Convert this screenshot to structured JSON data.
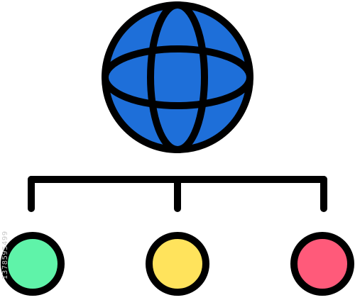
{
  "icon": {
    "name": "global-network-icon",
    "stroke_color": "#000000",
    "globe_fill": "#1e6fd9",
    "nodes": [
      {
        "name": "node-left",
        "fill": "#5ff3a9"
      },
      {
        "name": "node-middle",
        "fill": "#ffe35c"
      },
      {
        "name": "node-right",
        "fill": "#ff5a7a"
      }
    ]
  },
  "watermark": {
    "id_text": "1378595499"
  }
}
